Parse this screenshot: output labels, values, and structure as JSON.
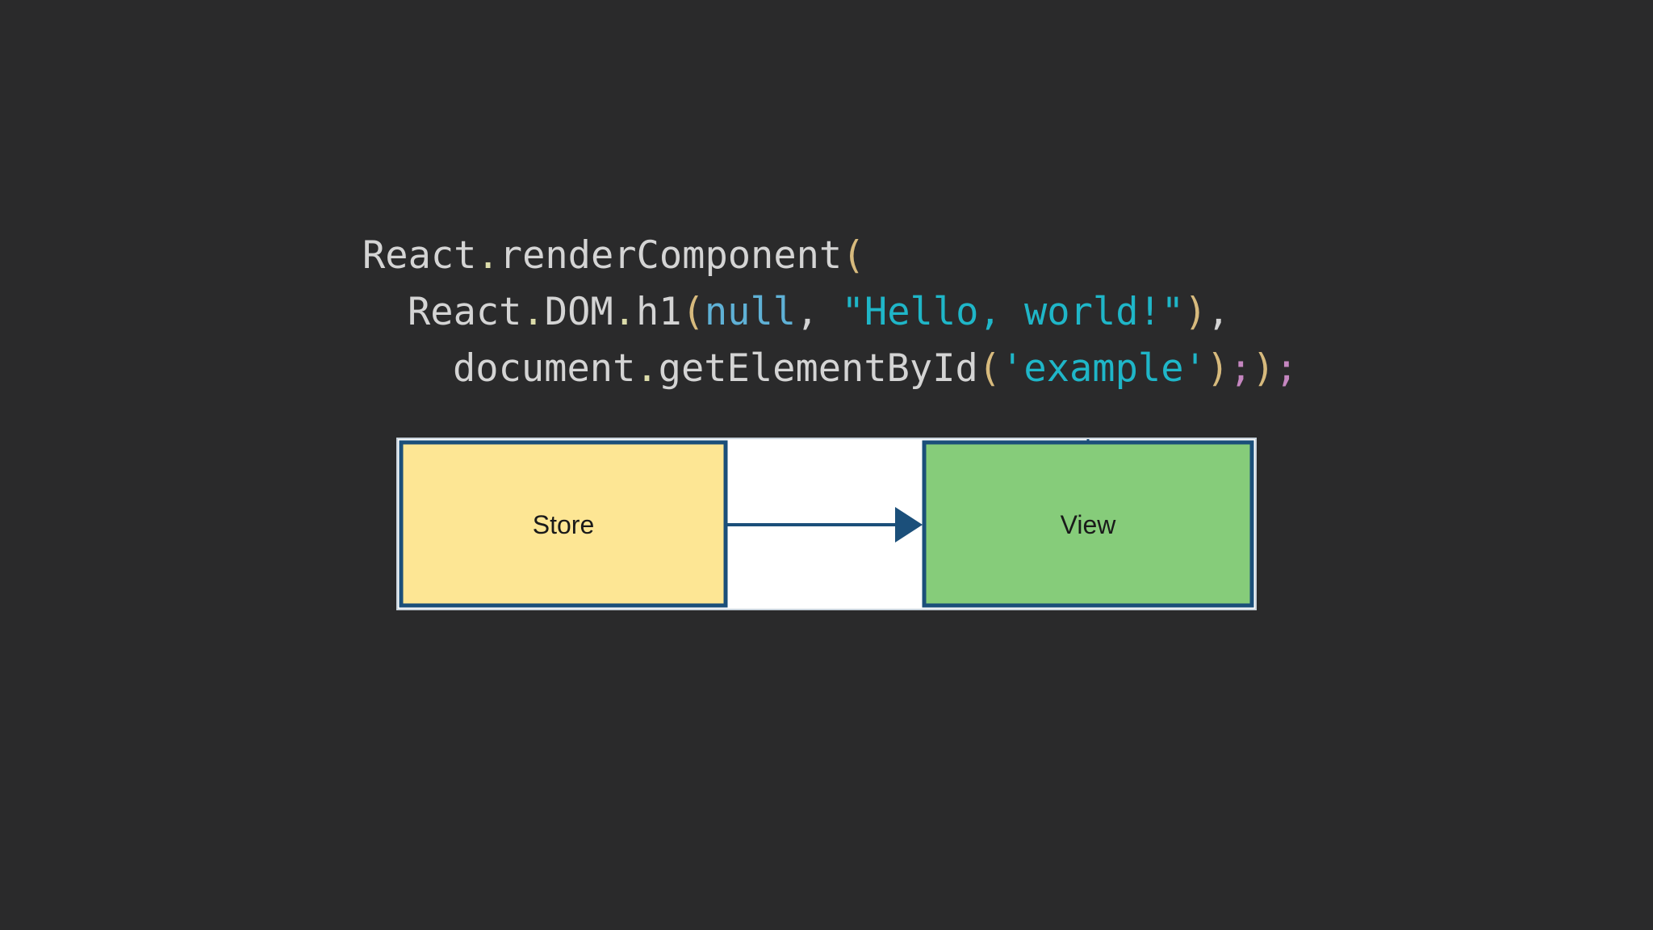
{
  "code": {
    "line1": {
      "object": "React",
      "dot": ".",
      "method": "renderComponent",
      "open_paren": "("
    },
    "line2": {
      "object": "React",
      "dot1": ".",
      "member": "DOM",
      "dot2": ".",
      "method": "h1",
      "open_paren": "(",
      "null_kw": "null",
      "comma": ", ",
      "string": "\"Hello, world!\"",
      "close_paren": ")",
      "trailing_comma": ","
    },
    "line3": {
      "object": "document",
      "dot": ".",
      "method": "getElementById",
      "open_paren": "(",
      "string": "'example'",
      "close_paren": ")",
      "semicolon1": ";",
      "close_paren2": ")",
      "semicolon2": ";"
    }
  },
  "diagram": {
    "nodes": [
      {
        "id": "store",
        "label": "Store",
        "fill": "#fde694",
        "stroke": "#1b4f7a"
      },
      {
        "id": "view",
        "label": "View",
        "fill": "#86cc7a",
        "stroke": "#1b4f7a"
      }
    ],
    "edges": [
      {
        "from": "store",
        "to": "view",
        "color": "#1b4f7a"
      }
    ]
  }
}
